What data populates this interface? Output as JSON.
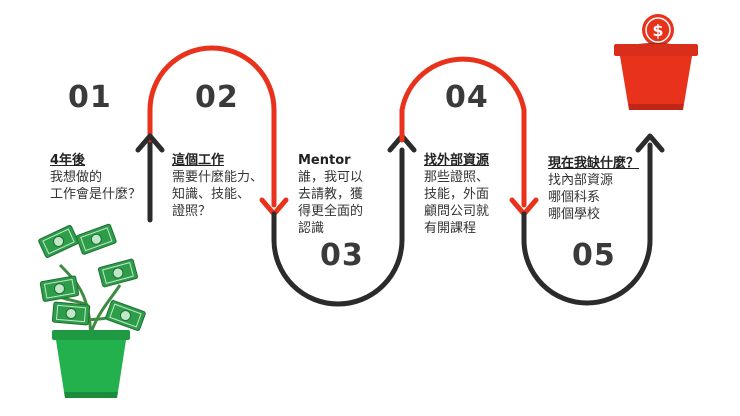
{
  "colors": {
    "red": "#e8321c",
    "dark": "#2b2b2b",
    "green": "#22b14c",
    "bill": "#2e9d4a"
  },
  "icons": {
    "start": "money-plant-pot-icon",
    "end": "red-pot-with-coin-icon"
  },
  "steps": [
    {
      "number": "01",
      "heading": "4年後",
      "body": "我想做的\n工作會是什麼？"
    },
    {
      "number": "02",
      "heading": "這個工作",
      "body": "需要什麼能力、\n知識、技能、\n證照？"
    },
    {
      "number": "03",
      "heading": "Mentor",
      "body": "誰，我可以\n去請教，獲\n得更全面的\n認識"
    },
    {
      "number": "04",
      "heading": "找外部資源",
      "body": "那些證照、\n技能，外面\n顧問公司就\n有開課程"
    },
    {
      "number": "05",
      "heading": "現在我缺什麼？",
      "body": "找內部資源\n哪個科系\n哪個學校"
    }
  ]
}
